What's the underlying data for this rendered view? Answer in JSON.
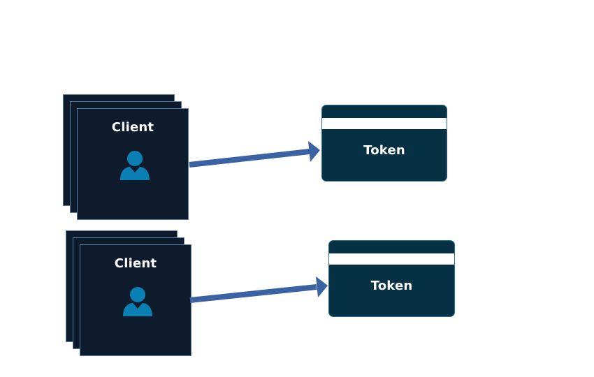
{
  "diagram": {
    "rows": [
      {
        "client": {
          "label": "Client",
          "icon": "user-icon"
        },
        "token": {
          "label": "Token"
        },
        "arrow": {
          "icon": "arrow-right-icon"
        }
      },
      {
        "client": {
          "label": "Client",
          "icon": "user-icon"
        },
        "token": {
          "label": "Token"
        },
        "arrow": {
          "icon": "arrow-right-icon"
        }
      }
    ]
  },
  "colors": {
    "client_background": "#0d1b2d",
    "client_border": "#5a7aa0",
    "user_icon": "#0a7fb3",
    "token_background": "#063044",
    "token_stripe": "#ffffff",
    "arrow": "#3b63a4",
    "text": "#ffffff"
  }
}
